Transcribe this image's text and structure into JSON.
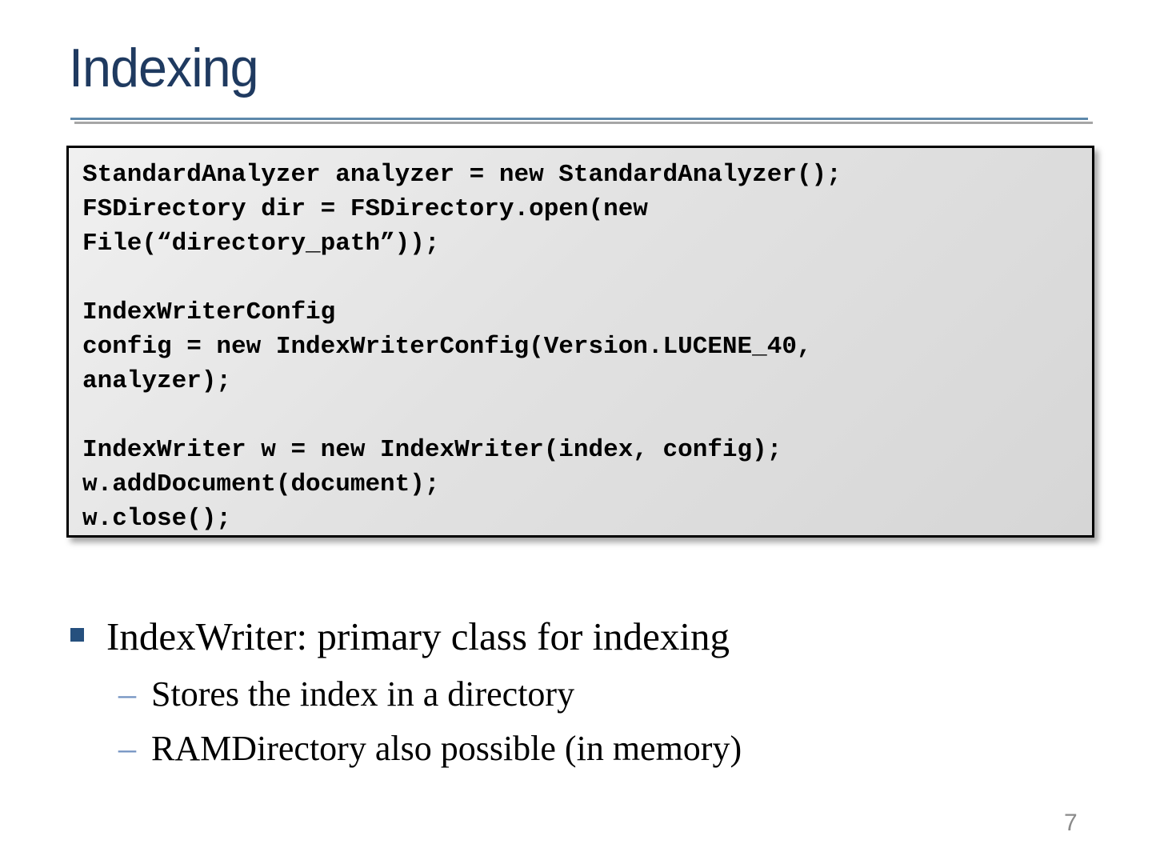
{
  "slide": {
    "title": "Indexing",
    "page_number": "7"
  },
  "code_block": {
    "lines": [
      "StandardAnalyzer analyzer = new StandardAnalyzer();",
      "FSDirectory dir = FSDirectory.open(new",
      "File(“directory_path”));",
      "",
      "IndexWriterConfig",
      "config = new IndexWriterConfig(Version.LUCENE_40,",
      "analyzer);",
      "",
      "IndexWriter w = new IndexWriter(index, config);",
      "w.addDocument(document);",
      "w.close();"
    ]
  },
  "bullets": [
    {
      "level": 1,
      "marker": "square",
      "text": "IndexWriter: primary class for indexing",
      "children": [
        {
          "marker": "–",
          "text": "Stores the index in a directory"
        },
        {
          "marker": "–",
          "text": "RAMDirectory also possible (in memory)"
        }
      ]
    }
  ],
  "colors": {
    "title": "#1f3a60",
    "rule_blue": "#5d88ab",
    "rule_gray": "#a6a6a6",
    "code_border": "#000000",
    "code_background_top": "#f0f0f0",
    "code_background_bottom": "#d6d6d6",
    "bullet_square": "#26507e",
    "sub_dash": "#7292c2",
    "page_number": "#8a8a8a"
  }
}
